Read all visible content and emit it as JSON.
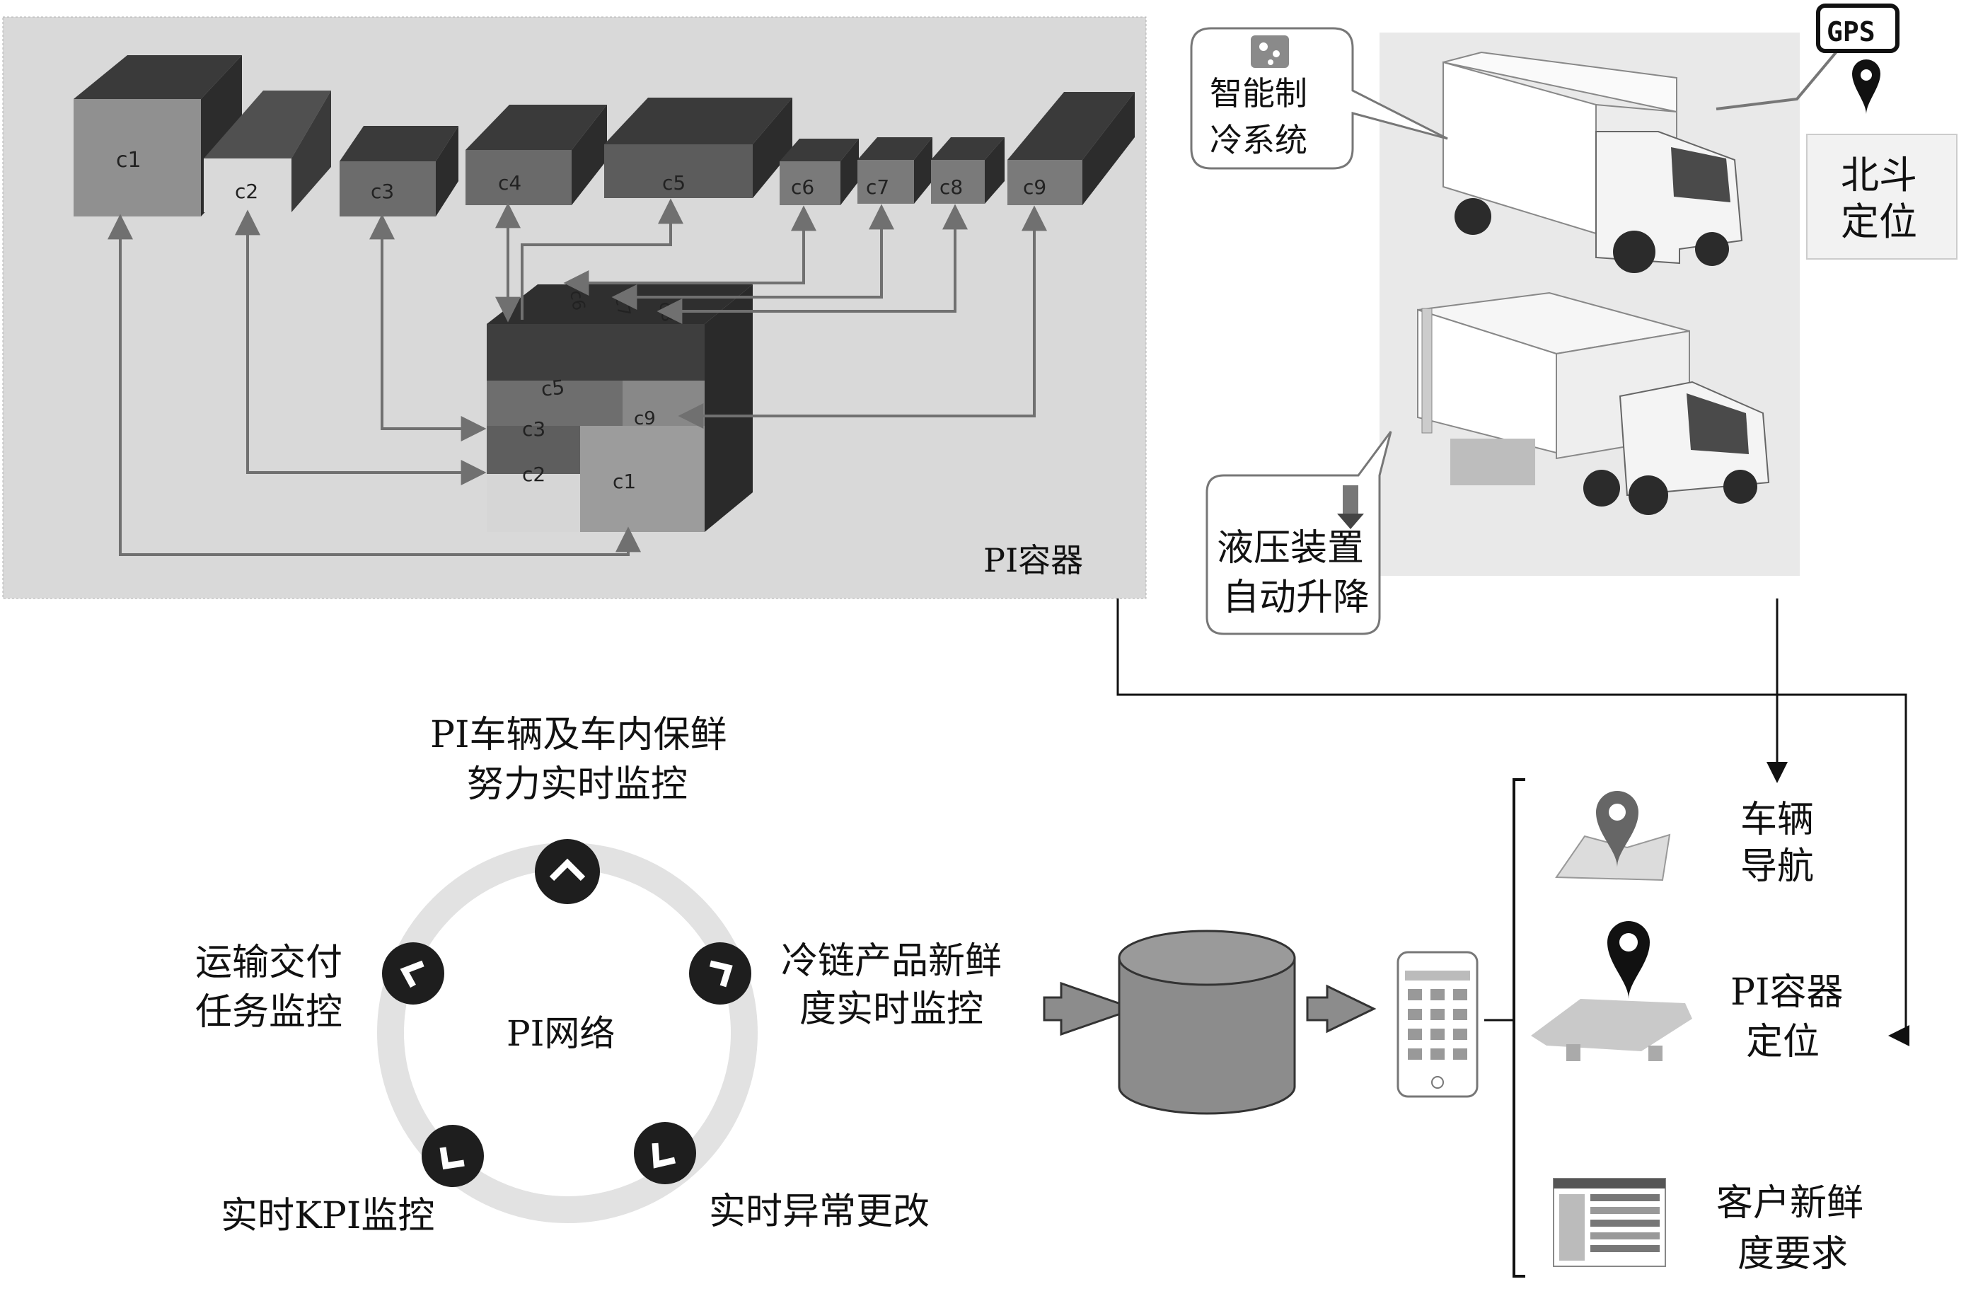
{
  "container_panel": {
    "caption": "PI容器",
    "boxes": [
      "c1",
      "c2",
      "c3",
      "c4",
      "c5",
      "c6",
      "c7",
      "c8",
      "c9"
    ]
  },
  "truck_panel": {
    "refrigeration_callout": [
      "智能制",
      "冷系统"
    ],
    "gps_badge": "GPS",
    "beidou_callout": [
      "北斗",
      "定位"
    ],
    "hydraulic_callout": [
      "液压装置",
      "自动升降"
    ]
  },
  "network": {
    "center_label": "PI网络",
    "top_label": [
      "PI车辆及车内保鲜",
      "努力实时监控"
    ],
    "right_label": [
      "冷链产品新鲜",
      "度实时监控"
    ],
    "bottom_right_label": "实时异常更改",
    "bottom_left_label": "实时KPI监控",
    "left_label": [
      "运输交付",
      "任务监控"
    ]
  },
  "services": {
    "vehicle_navigation": [
      "车辆",
      "导航"
    ],
    "container_positioning": [
      "PI容器",
      "定位"
    ],
    "customer_freshness": [
      "客户新鲜",
      "度要求"
    ]
  },
  "colors": {
    "panel_bg": "#dadada",
    "box_front_light": "#b9b9b9",
    "box_front_dark": "#5b5b5b",
    "box_top": "#3a3a3a",
    "arrow_gray": "#707070",
    "ring": "#e3e3e3",
    "node": "#1e1e1e",
    "database": "#8c8c8c"
  }
}
